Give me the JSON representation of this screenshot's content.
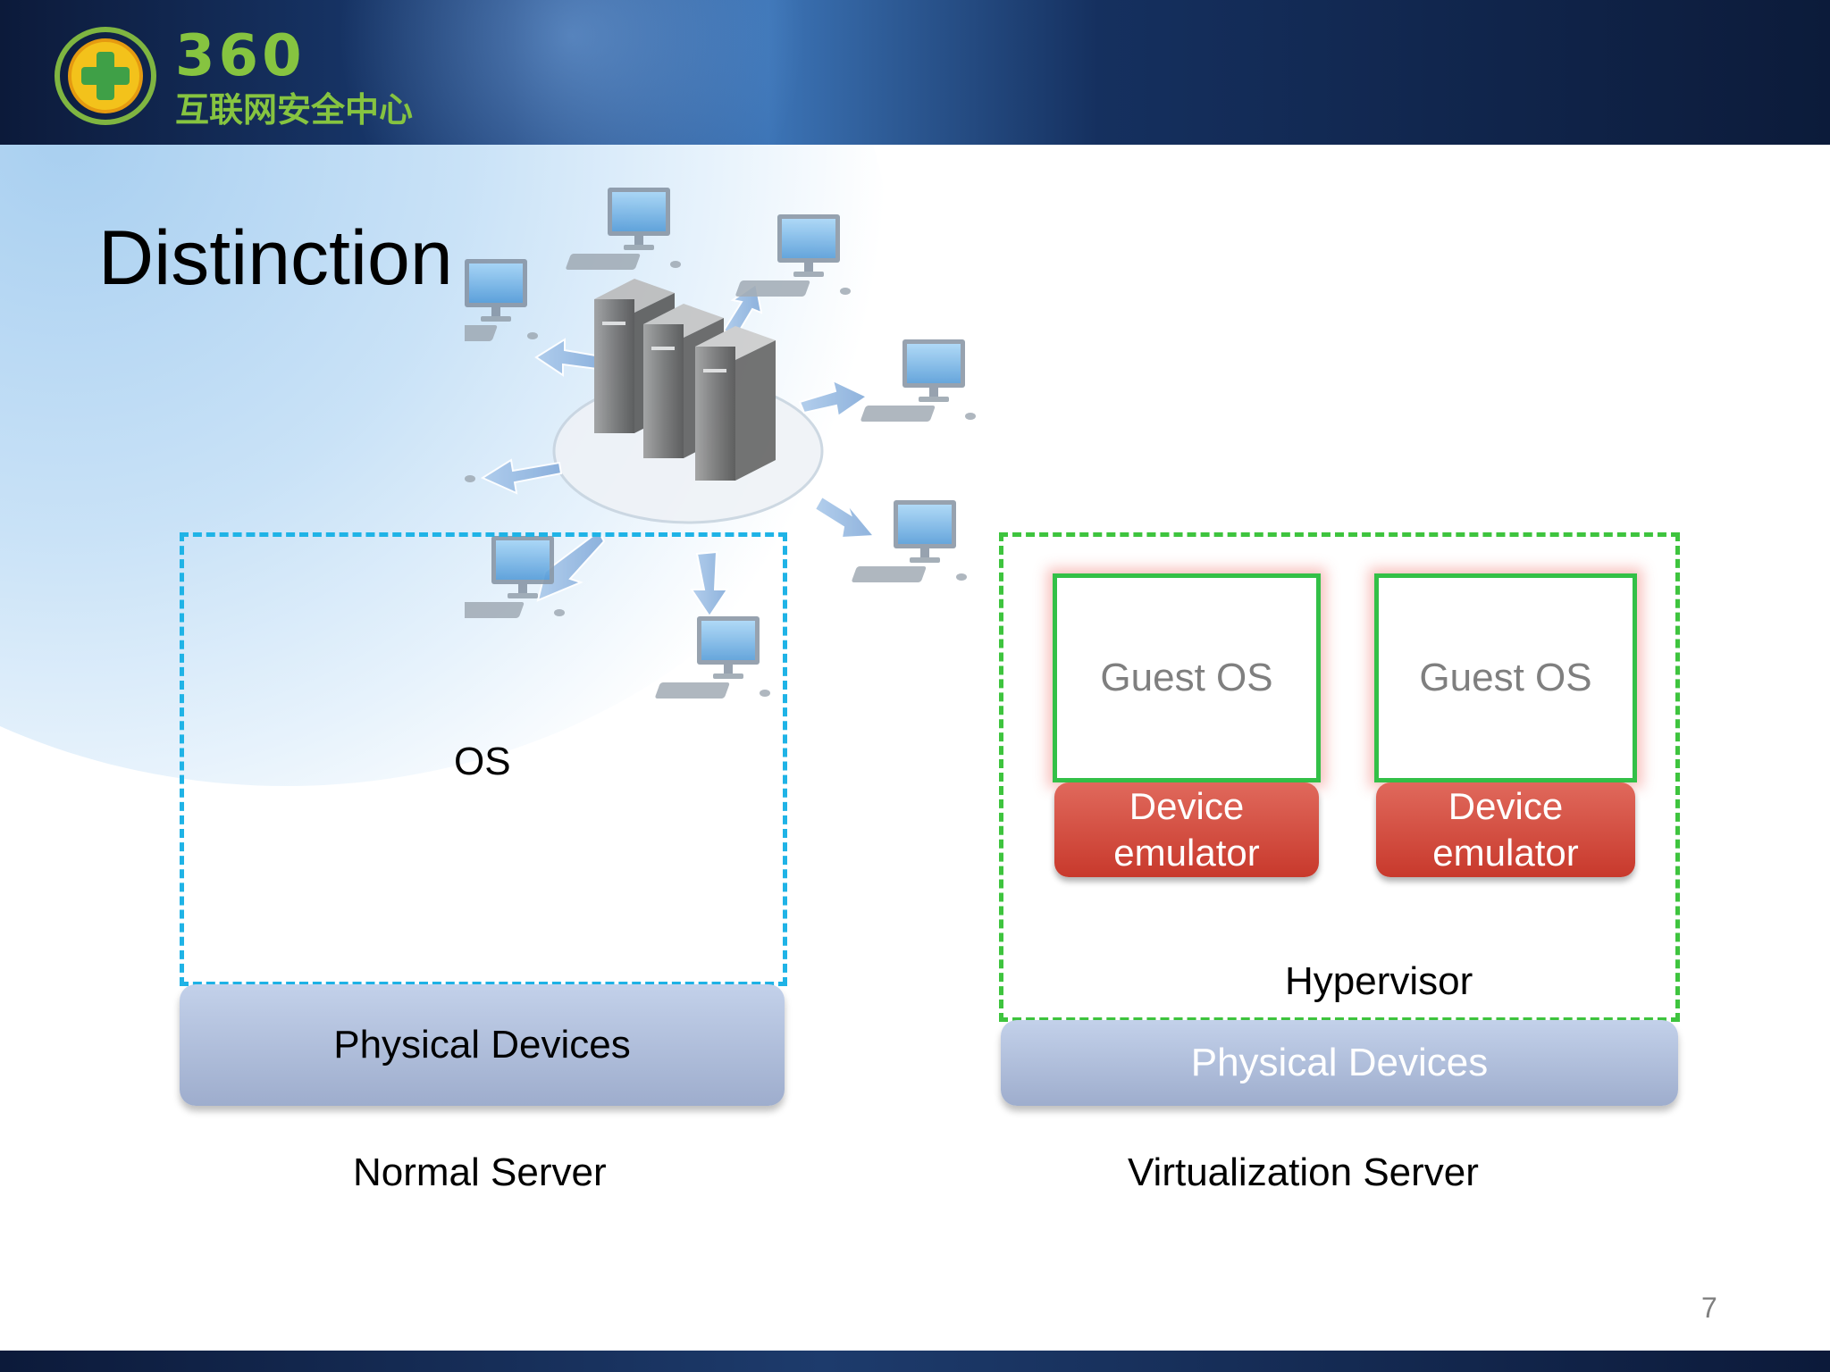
{
  "header": {
    "logo": {
      "number": "360",
      "subtitle": "互联网安全中心",
      "icon": "plus-shield-emblem-icon"
    }
  },
  "slide": {
    "title": "Distinction",
    "page_number": "7"
  },
  "diagram": {
    "normal_server": {
      "layer_os": "OS",
      "physical_devices": "Physical Devices",
      "caption": "Normal Server",
      "frame_color": "#1fb3e6"
    },
    "virtualization_server": {
      "guests": [
        {
          "os_label": "Guest OS",
          "emulator_label": "Device\nemulator"
        },
        {
          "os_label": "Guest OS",
          "emulator_label": "Device\nemulator"
        }
      ],
      "hypervisor": "Hypervisor",
      "physical_devices": "Physical Devices",
      "caption": "Virtualization Server",
      "frame_color": "#3ec43e",
      "emulator_color": "#c8392c"
    }
  },
  "illustration": {
    "icons": [
      "server-cluster-icon",
      "desktop-computer-icon",
      "bidirectional-arrow-icon"
    ]
  }
}
